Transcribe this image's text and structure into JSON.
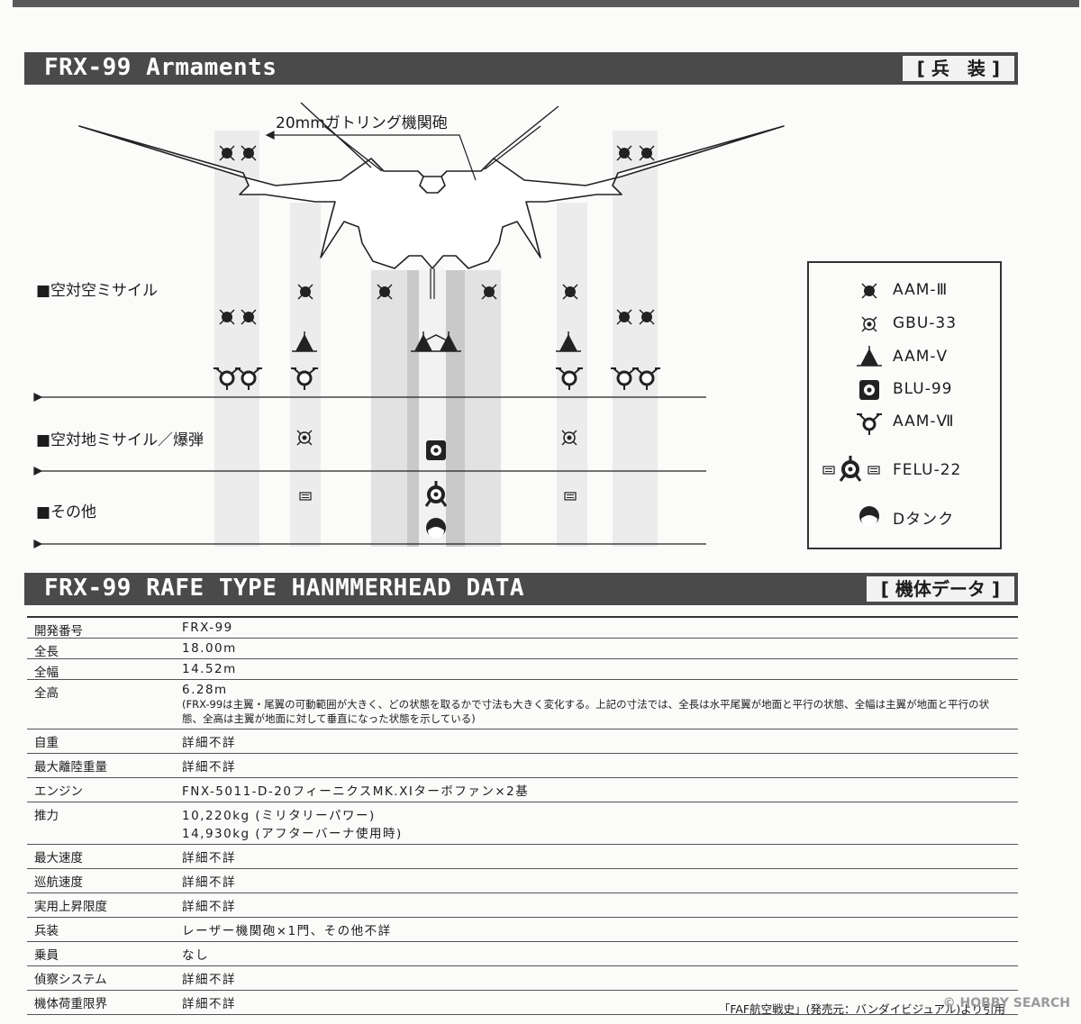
{
  "armaments": {
    "title": "FRX-99 Armaments",
    "badge": "[ 兵　装 ]",
    "gun_label": "20mmガトリング機関砲",
    "categories": [
      "■空対空ミサイル",
      "■空対地ミサイル／爆弾",
      "■その他"
    ],
    "legend": [
      {
        "icon": "aam3-icon",
        "label": "AAM-Ⅲ"
      },
      {
        "icon": "gbu33-icon",
        "label": "GBU-33"
      },
      {
        "icon": "aam5-icon",
        "label": "AAM-Ⅴ"
      },
      {
        "icon": "blu99-icon",
        "label": "BLU-99"
      },
      {
        "icon": "aam7-icon",
        "label": "AAM-Ⅶ"
      },
      {
        "icon": "felu22-icon",
        "label": "FELU-22"
      },
      {
        "icon": "dtank-icon",
        "label": "Dタンク"
      }
    ]
  },
  "data": {
    "title": "FRX-99 RAFE TYPE HANMMERHEAD DATA",
    "badge": "[ 機体データ ]",
    "rows": [
      {
        "label": "開発番号",
        "value": "FRX-99"
      },
      {
        "label": "全長",
        "value": "18.00m"
      },
      {
        "label": "全幅",
        "value": "14.52m"
      },
      {
        "label": "全高",
        "value": "6.28m",
        "note": "(FRX-99は主翼・尾翼の可動範囲が大きく、どの状態を取るかで寸法も大きく変化する。上記の寸法では、全長は水平尾翼が地面と平行の状態、全幅は主翼が地面と平行の状態、全高は主翼が地面に対して垂直になった状態を示している)"
      },
      {
        "label": "自重",
        "value": "詳細不詳"
      },
      {
        "label": "最大離陸重量",
        "value": "詳細不詳"
      },
      {
        "label": "エンジン",
        "value": "FNX-5011-D-20フィーニクスMK.XIターボファン×2基"
      },
      {
        "label": "推力",
        "value": "10,220kg (ミリタリーパワー)",
        "value2": "14,930kg (アフターバーナ使用時)"
      },
      {
        "label": "最大速度",
        "value": "詳細不詳"
      },
      {
        "label": "巡航速度",
        "value": "詳細不詳"
      },
      {
        "label": "実用上昇限度",
        "value": "詳細不詳"
      },
      {
        "label": "兵装",
        "value": "レーザー機関砲×1門、その他不詳"
      },
      {
        "label": "乗員",
        "value": "なし"
      },
      {
        "label": "偵察システム",
        "value": "詳細不詳"
      },
      {
        "label": "機体荷重限界",
        "value": "詳細不詳"
      }
    ]
  },
  "credit": "「FAF航空戦史」(発売元：バンダイビジュアル)より引用",
  "watermark": "© HOBBY SEARCH"
}
